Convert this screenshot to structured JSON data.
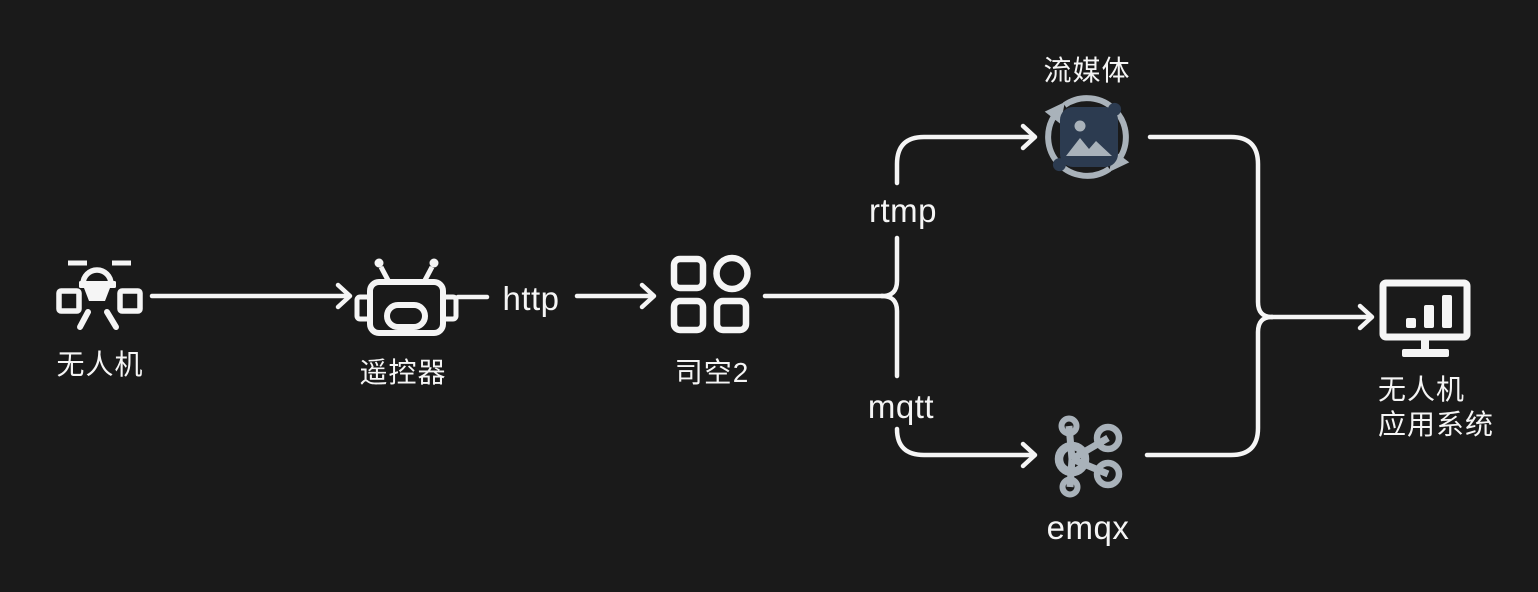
{
  "colors": {
    "background": "#1a1a1a",
    "line": "#f5f5f5",
    "icon_light": "#a9b2ba",
    "icon_dark": "#2c3b50"
  },
  "nodes": {
    "drone": {
      "label": "无人机",
      "icon": "drone-icon"
    },
    "remote": {
      "label": "遥控器",
      "icon": "remote-controller-icon"
    },
    "sikong": {
      "label": "司空2",
      "icon": "sikong2-grid-icon"
    },
    "streaming": {
      "label": "流媒体",
      "icon": "streaming-media-icon"
    },
    "emqx": {
      "label": "emqx",
      "icon": "emqx-broker-icon"
    },
    "app": {
      "label_line1": "无人机",
      "label_line2": "应用系统",
      "icon": "monitor-chart-icon"
    }
  },
  "edges": {
    "http": {
      "label": "http"
    },
    "rtmp": {
      "label": "rtmp"
    },
    "mqtt": {
      "label": "mqtt"
    }
  }
}
